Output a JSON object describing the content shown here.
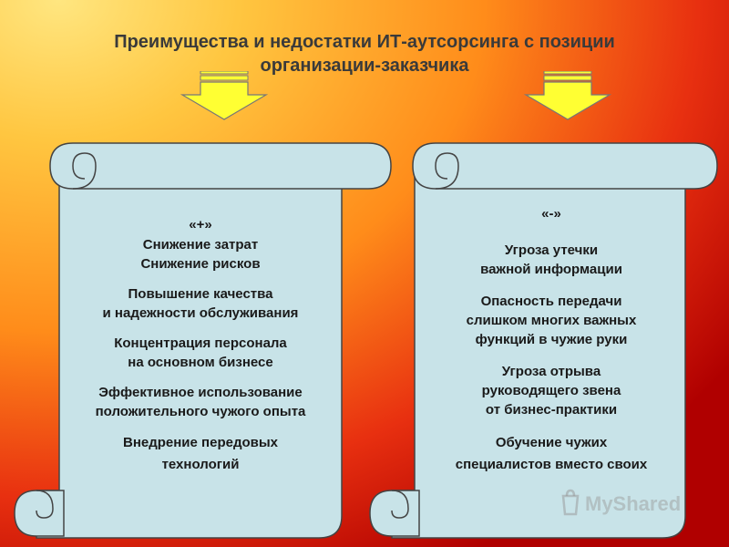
{
  "title": {
    "line1": "Преимущества и недостатки ИТ-аутсорсинга с позиции",
    "line2": "организации-заказчика"
  },
  "left_scroll": {
    "heading": "«+»",
    "items": [
      "Снижение затрат\n Снижение рисков",
      "Повышение качества\n и надежности обслуживания",
      "Концентрация персонала\n на основном бизнесе",
      "Эффективное использование\nположительного чужого опыта",
      "Внедрение передовых\nтехнологий"
    ]
  },
  "right_scroll": {
    "heading": "«-»",
    "items": [
      "Угроза утечки\nважной информации",
      "Опасность передачи\nслишком многих важных\nфункций в чужие руки",
      "Угроза отрыва\nруководящего звена\n от бизнес-практики",
      "Обучение чужих\nспециалистов вместо своих"
    ]
  },
  "watermark": "MyShared",
  "colors": {
    "scroll_fill": "#c8e3e8",
    "scroll_stroke": "#444444",
    "arrow_fill": "#ffff33"
  }
}
